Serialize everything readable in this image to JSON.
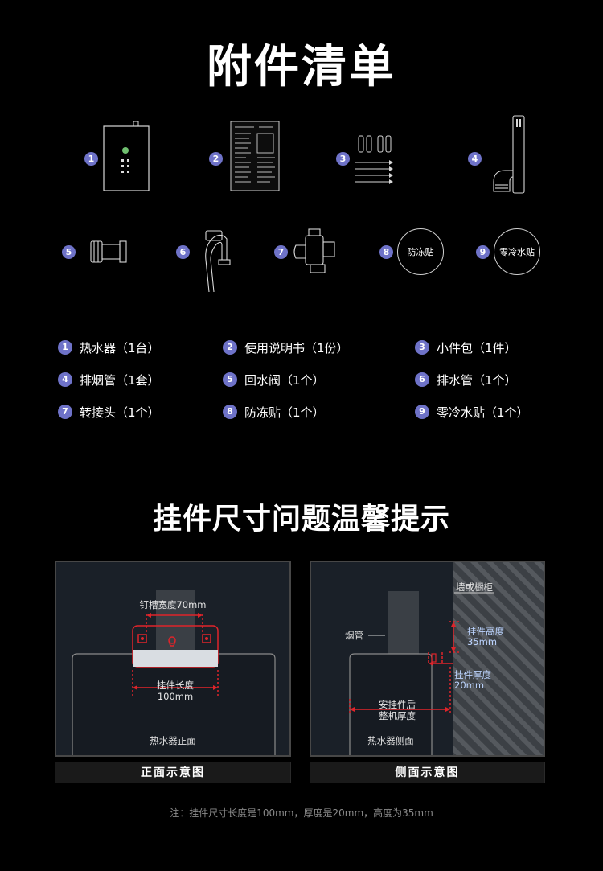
{
  "section1": {
    "title": "附件清单"
  },
  "badges": [
    "1",
    "2",
    "3",
    "4",
    "5",
    "6",
    "7",
    "8",
    "9"
  ],
  "icons": {
    "item8_label": "防冻贴",
    "item9_label": "零冷水贴"
  },
  "list": [
    {
      "num": "1",
      "text": "热水器（1台）"
    },
    {
      "num": "2",
      "text": "使用说明书（1份）"
    },
    {
      "num": "3",
      "text": "小件包（1件）"
    },
    {
      "num": "4",
      "text": "排烟管（1套）"
    },
    {
      "num": "5",
      "text": "回水阀（1个）"
    },
    {
      "num": "6",
      "text": "排水管（1个）"
    },
    {
      "num": "7",
      "text": "转接头（1个）"
    },
    {
      "num": "8",
      "text": "防冻贴（1个）"
    },
    {
      "num": "9",
      "text": "零冷水贴（1个）"
    }
  ],
  "section2": {
    "title": "挂件尺寸问题温馨提示"
  },
  "front_panel": {
    "slot_width": "钉槽宽度70mm",
    "hanger_length_line1": "挂件长度",
    "hanger_length_line2": "100mm",
    "heater_front": "热水器正面",
    "caption": "正面示意图"
  },
  "side_panel": {
    "wall": "墙或橱柜",
    "flue": "烟管",
    "hanger_height_line1": "挂件高度",
    "hanger_height_line2": "35mm",
    "hanger_thickness_line1": "挂件厚度",
    "hanger_thickness_line2": "20mm",
    "depth_line1": "安挂件后",
    "depth_line2": "整机厚度",
    "heater_side": "热水器侧面",
    "caption": "侧面示意图"
  },
  "footnote": "注：挂件尺寸长度是100mm，厚度是20mm，高度为35mm",
  "colors": {
    "badge": "#6e72c8",
    "accent_red": "#e0242a",
    "blue_text": "#bcd4ff"
  }
}
